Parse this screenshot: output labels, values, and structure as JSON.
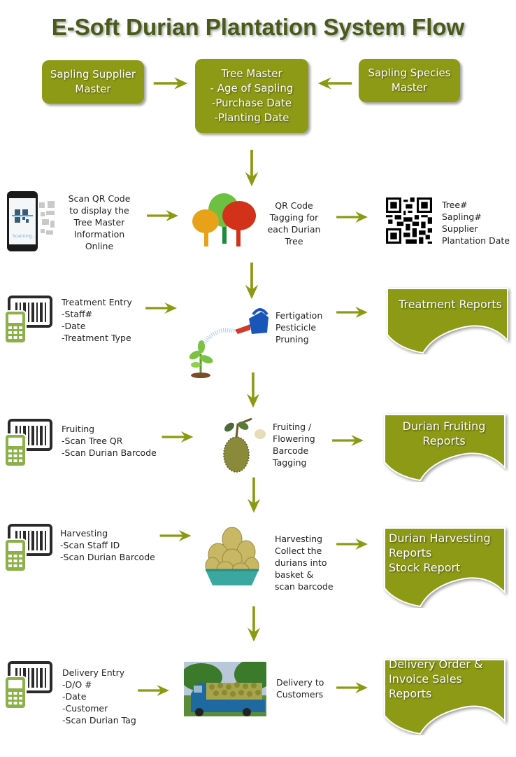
{
  "title": "E-Soft Durian Plantation System Flow",
  "colors": {
    "box_green": "#8c9a16",
    "arrow_green": "#8a9a12",
    "title_text": "#4a5a1a",
    "scanner_green": "#8cb04a"
  },
  "masters": {
    "supplier": {
      "lines": [
        "Sapling Supplier",
        "Master"
      ]
    },
    "tree": {
      "lines": [
        "Tree Master",
        "- Age of Sapling",
        "-Purchase Date",
        "-Planting Date"
      ]
    },
    "species": {
      "lines": [
        "Sapling Species",
        "Master"
      ]
    }
  },
  "rows": [
    {
      "id": "qr",
      "input_icon": "smartphone-qr-scan-icon",
      "input_lines": [
        "Scan QR Code",
        "to display the",
        "Tree Master",
        "Information",
        "Online"
      ],
      "image_icon": "trees-icon",
      "process_lines": [
        "QR Code",
        "Tagging for",
        "each Durian",
        "Tree"
      ],
      "output_icon": "qr-code-icon",
      "output_lines": [
        "Tree#",
        "Sapling#",
        "Supplier",
        "Plantation Date"
      ]
    },
    {
      "id": "treatment",
      "input_icon": "barcode-scanner-icon",
      "input_lines": [
        "Treatment Entry",
        "-Staff#",
        "-Date",
        "-Treatment Type"
      ],
      "image_icon": "watering-can-plant-icon",
      "process_lines": [
        "Fertigation",
        "Pesticicle",
        "Pruning"
      ],
      "report_lines": [
        "Treatment Reports"
      ]
    },
    {
      "id": "fruiting",
      "input_icon": "barcode-scanner-icon",
      "input_lines": [
        "Fruiting",
        "-Scan Tree QR",
        "-Scan Durian Barcode"
      ],
      "image_icon": "durian-fruit-icon",
      "process_lines": [
        "Fruiting /",
        "Flowering",
        "Barcode",
        "Tagging"
      ],
      "report_lines": [
        "Durian Fruiting",
        "Reports"
      ]
    },
    {
      "id": "harvesting",
      "input_icon": "barcode-scanner-icon",
      "input_lines": [
        "Harvesting",
        "-Scan Staff ID",
        "-Scan Durian Barcode"
      ],
      "image_icon": "durian-basket-icon",
      "process_lines": [
        "Harvesting",
        "Collect the",
        "durians into",
        "basket &",
        "scan barcode"
      ],
      "report_lines": [
        "Durian Harvesting",
        "Reports",
        "Stock Report"
      ]
    },
    {
      "id": "delivery",
      "input_icon": "barcode-scanner-icon",
      "input_lines": [
        "Delivery Entry",
        "-D/O #",
        "-Date",
        "-Customer",
        "-Scan Durian Tag"
      ],
      "image_icon": "delivery-truck-photo",
      "process_lines": [
        "Delivery to",
        "Customers"
      ],
      "report_lines": [
        "Delivery Order &",
        "Invoice Sales",
        "Reports"
      ]
    }
  ],
  "phone_screen_text": "Scanning..."
}
